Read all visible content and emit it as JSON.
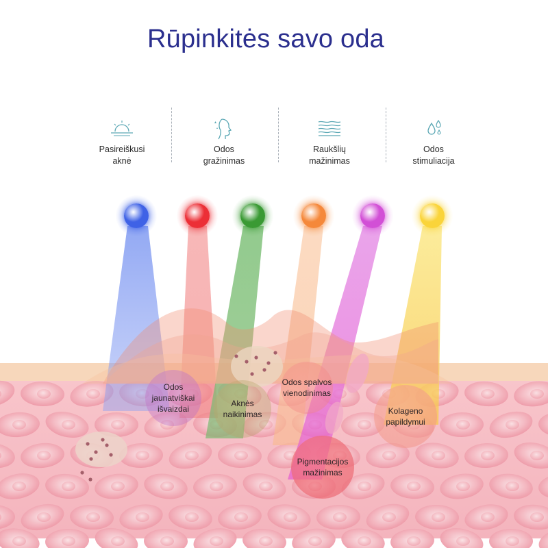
{
  "title": "Rūpinkitės savo oda",
  "benefits": [
    {
      "icon": "sunrise-icon",
      "label": "Pasireiškusi\naknė"
    },
    {
      "icon": "face-profile-icon",
      "label": "Odos\ngražinimas"
    },
    {
      "icon": "skin-layers-icon",
      "label": "Raukšlių\nmažinimas"
    },
    {
      "icon": "droplets-icon",
      "label": "Odos\nstimuliacija"
    }
  ],
  "lights": [
    {
      "name": "blue",
      "color": "#3f62e6"
    },
    {
      "name": "red",
      "color": "#ec2f36"
    },
    {
      "name": "green",
      "color": "#3a9a34"
    },
    {
      "name": "orange",
      "color": "#f5883a"
    },
    {
      "name": "purple",
      "color": "#d24fd6"
    },
    {
      "name": "yellow",
      "color": "#fad43a"
    }
  ],
  "effects": [
    {
      "label": "Odos\njaunatviškai\nišvaizdai"
    },
    {
      "label": "Aknės\nnaikinimas"
    },
    {
      "label": "Odos spalvos\nvienodinimas"
    },
    {
      "label": "Kolageno\npapildymui"
    },
    {
      "label": "Pigmentacijos\nmažinimas"
    }
  ],
  "colors": {
    "title": "#2b2f8e",
    "skin_top": "#f7d3b3",
    "skin_cells": "#f2a9b4",
    "tissue": "#f7c8cd"
  }
}
